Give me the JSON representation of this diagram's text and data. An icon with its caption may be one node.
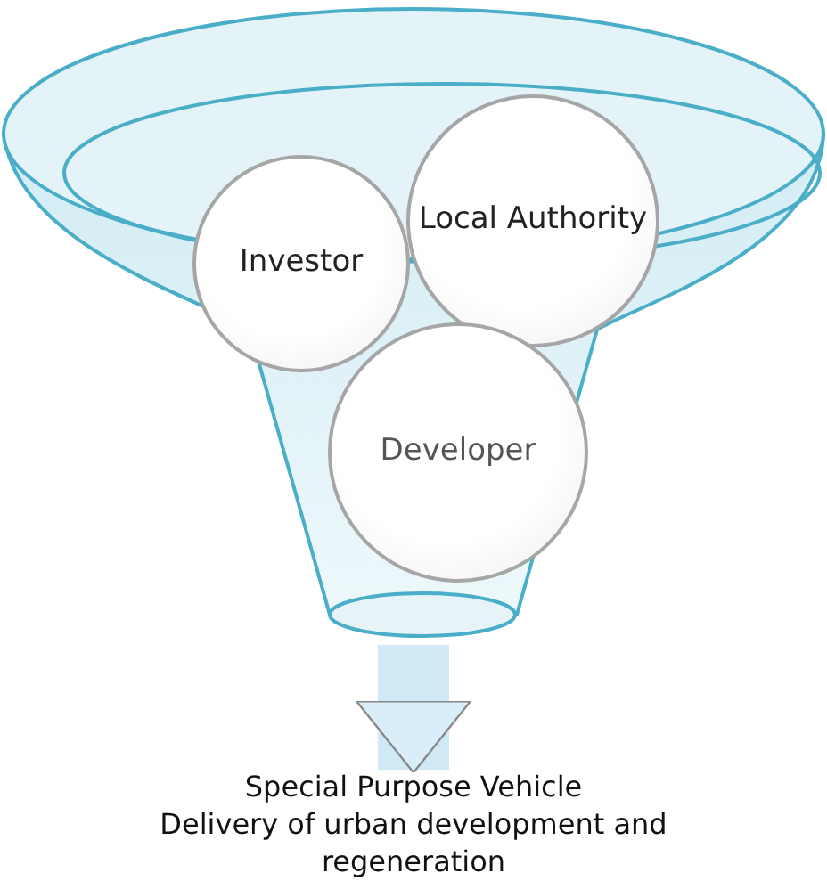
{
  "diagram": {
    "nodes": [
      {
        "text": [],
        "shape": "funnel"
      },
      {
        "text": [
          "Investor"
        ],
        "in": 0
      },
      {
        "text": [
          "Local Authority"
        ],
        "in": 0
      },
      {
        "text": [
          "Developer"
        ],
        "in": 0
      },
      {
        "text": [
          "Special Purpose Vehicle",
          "Delivery of urban development and regeneration"
        ]
      }
    ],
    "edges": [
      {
        "from": 0,
        "to": 4,
        "arrow": "to"
      }
    ]
  }
}
